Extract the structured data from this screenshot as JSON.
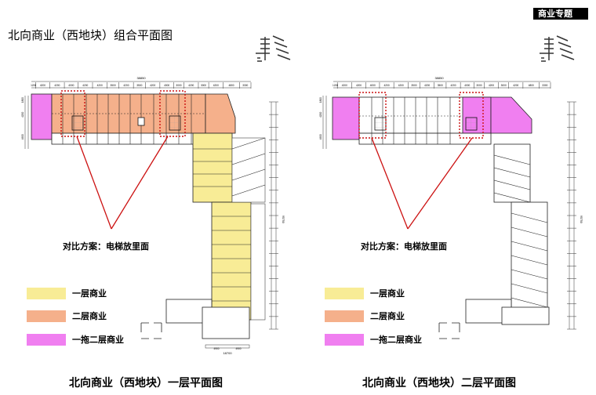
{
  "page_title": "北向商业（西地块）组合平面图",
  "section_tag": "商业专题",
  "plans": [
    {
      "caption": "北向商业（西地块）一层平面图",
      "note": "对比方案：电梯放里面",
      "dimensions": {
        "top_total": "38850",
        "top_segments": [
          "1200",
          "4200",
          "4200",
          "4000",
          "4200",
          "4200",
          "3500",
          "4200",
          "3500",
          "4200",
          "4000",
          "3000",
          "4200",
          "3000",
          "4200",
          "4800",
          "3300"
        ],
        "bottom_total": "18700",
        "bottom_segments": [
          "4900",
          "4900"
        ],
        "left_segments": [
          "1800",
          "4200",
          "4900"
        ],
        "right_total": "95750"
      }
    },
    {
      "caption": "北向商业（西地块）二层平面图",
      "note": "对比方案：电梯放里面",
      "dimensions": {
        "top_total": "38850",
        "top_segments": [
          "1200",
          "4200",
          "4200",
          "4000",
          "4200",
          "4200",
          "3500",
          "4200",
          "3500",
          "4200",
          "4000",
          "3000",
          "4200",
          "3000",
          "4200",
          "4800",
          "3300"
        ],
        "left_segments": [
          "1800",
          "4200",
          "4900"
        ],
        "right_total": "95750"
      }
    }
  ],
  "legend": [
    {
      "label": "一层商业",
      "color": "#f8ec96"
    },
    {
      "label": "二层商业",
      "color": "#f5b08b"
    },
    {
      "label": "一拖二层商业",
      "color": "#f07ff0"
    }
  ],
  "colors": {
    "first_floor": "#f8ec96",
    "second_floor": "#f5b08b",
    "duplex": "#f07ff0",
    "callout": "#cc1111",
    "wall": "#222222"
  },
  "icons": [
    "north-arrow-icon"
  ]
}
